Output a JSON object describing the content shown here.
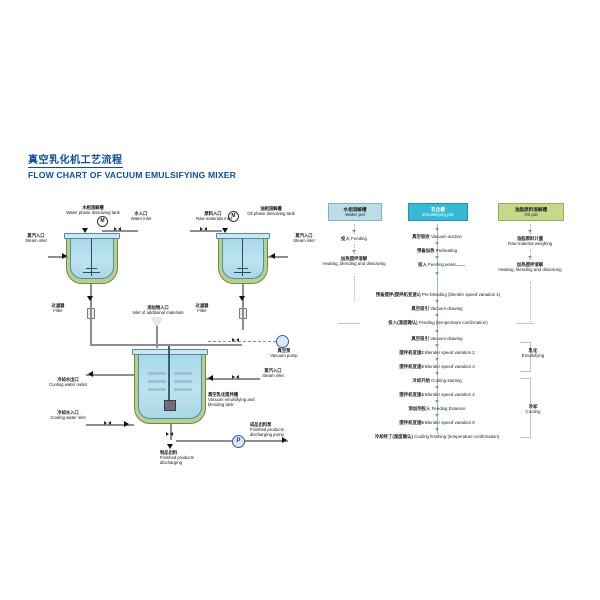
{
  "title": {
    "cn": "真空乳化机工艺流程",
    "en": "FLOW CHART OF VACUUM EMULSIFYING MIXER",
    "accent_color": "#0a4f9c"
  },
  "equipment": {
    "labels": [
      {
        "id": "water-phase-tank",
        "cn": "水相溶解槽",
        "en": "Water phase dissolving tank"
      },
      {
        "id": "water-inlet",
        "cn": "水入口",
        "en": "Water inlet"
      },
      {
        "id": "steam-inlet-left",
        "cn": "蒸汽入口",
        "en": "Steam inlet"
      },
      {
        "id": "raw-materials-inlet",
        "cn": "原料入口",
        "en": "Raw materials inlet"
      },
      {
        "id": "oil-phase-tank",
        "cn": "油相溶解槽",
        "en": "Oil phase dissolving tank"
      },
      {
        "id": "steam-inlet-right",
        "cn": "蒸汽入口",
        "en": "Steam inlet"
      },
      {
        "id": "filter-left",
        "cn": "过滤器",
        "en": "Filter"
      },
      {
        "id": "filter-right",
        "cn": "过滤器",
        "en": "Filter"
      },
      {
        "id": "additional-materials-inlet",
        "cn": "添加物入口",
        "en": "Inlet of additional materials"
      },
      {
        "id": "vacuum-pump",
        "cn": "真空泵",
        "en": "Vacuum pump"
      },
      {
        "id": "steam-inlet-main",
        "cn": "蒸汽入口",
        "en": "Steam inlet"
      },
      {
        "id": "cooling-water-outlet",
        "cn": "冷却水出口",
        "en": "Cooling water outlet"
      },
      {
        "id": "cooling-water-inlet",
        "cn": "冷却水入口",
        "en": "Cooling water inlet"
      },
      {
        "id": "main-vessel",
        "cn": "真空乳化搅拌槽",
        "en": "Vacuum emulsifying and blending tank"
      },
      {
        "id": "discharging-pump",
        "cn": "成品出料泵",
        "en": "Finished products discharging pump"
      },
      {
        "id": "products-discharging",
        "cn": "制品出料",
        "en": "Finished products discharging"
      }
    ],
    "motor_glyph": "M",
    "pump_glyph": "P"
  },
  "flowchart": {
    "columns": [
      {
        "id": "water-pot",
        "cn": "水相溶解槽",
        "en": "Water pot",
        "color": "#bcdce6"
      },
      {
        "id": "emulsifying-pot",
        "cn": "乳化槽",
        "en": "Emulsifying pot",
        "color": "#36b9d4"
      },
      {
        "id": "oil-pot",
        "cn": "油脂原料溶解槽",
        "en": "Oil pot",
        "color": "#c4d98a"
      }
    ],
    "water_steps": [
      {
        "cn": "投入",
        "en": "Feeding"
      },
      {
        "cn": "加热搅拌溶解",
        "en": "Heating, blending and dissolving"
      }
    ],
    "oil_steps": [
      {
        "cn": "油脂原料计量",
        "en": "Raw material weighing"
      },
      {
        "cn": "加热搅拌溶解",
        "en": "Heating, blending and dissolving"
      }
    ],
    "main_steps": [
      {
        "cn": "真空吸收",
        "en": "Vacuum suction"
      },
      {
        "cn": "预备加热",
        "en": "Preheating"
      },
      {
        "cn": "投入",
        "en": "Feeding water"
      },
      {
        "cn": "预备搅拌(搅拌机变速1)",
        "en": "Pre-blending (blender speed variation 1)"
      },
      {
        "cn": "真空吸引",
        "en": "Vacuum drawing"
      },
      {
        "cn": "投入(温度确认)",
        "en": "Feeding (temperature confirmation)"
      },
      {
        "cn": "真空吸引",
        "en": "Vacuum drawing"
      },
      {
        "cn": "搅拌机变速2",
        "en": "Blender speed variation 2"
      },
      {
        "cn": "搅拌机变速3",
        "en": "Blender speed variation 3"
      },
      {
        "cn": "冷却开始",
        "en": "Cooling starting"
      },
      {
        "cn": "搅拌机变速4",
        "en": "Blender speed variation 4"
      },
      {
        "cn": "添加剂投入",
        "en": "Feeding Essence"
      },
      {
        "cn": "搅拌机变速5",
        "en": "Blender speed variation 5"
      },
      {
        "cn": "冷却终了(温度确认)",
        "en": "Cooling finishing (temperature confirmation)"
      }
    ],
    "side_labels": [
      {
        "id": "emulsifying",
        "cn": "乳化",
        "en": "Emulsifying"
      },
      {
        "id": "cooling",
        "cn": "冷却",
        "en": "Cooling"
      }
    ]
  }
}
